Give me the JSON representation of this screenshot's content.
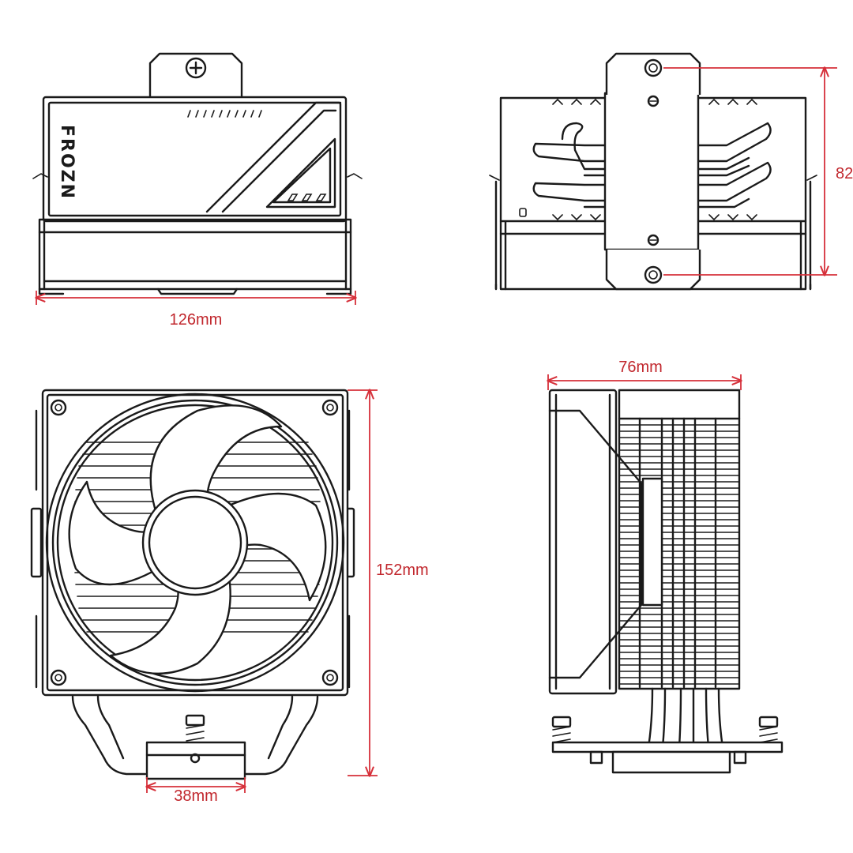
{
  "colors": {
    "line": "#1a1a1a",
    "dimension": "#c1272d",
    "background": "#ffffff"
  },
  "front_view": {
    "brand_text": "FROZN",
    "width_label": "126mm"
  },
  "side_view": {
    "height_label": "82"
  },
  "fan_view": {
    "height_label": "152mm",
    "base_width_label": "38mm"
  },
  "profile_view": {
    "depth_label": "76mm"
  }
}
